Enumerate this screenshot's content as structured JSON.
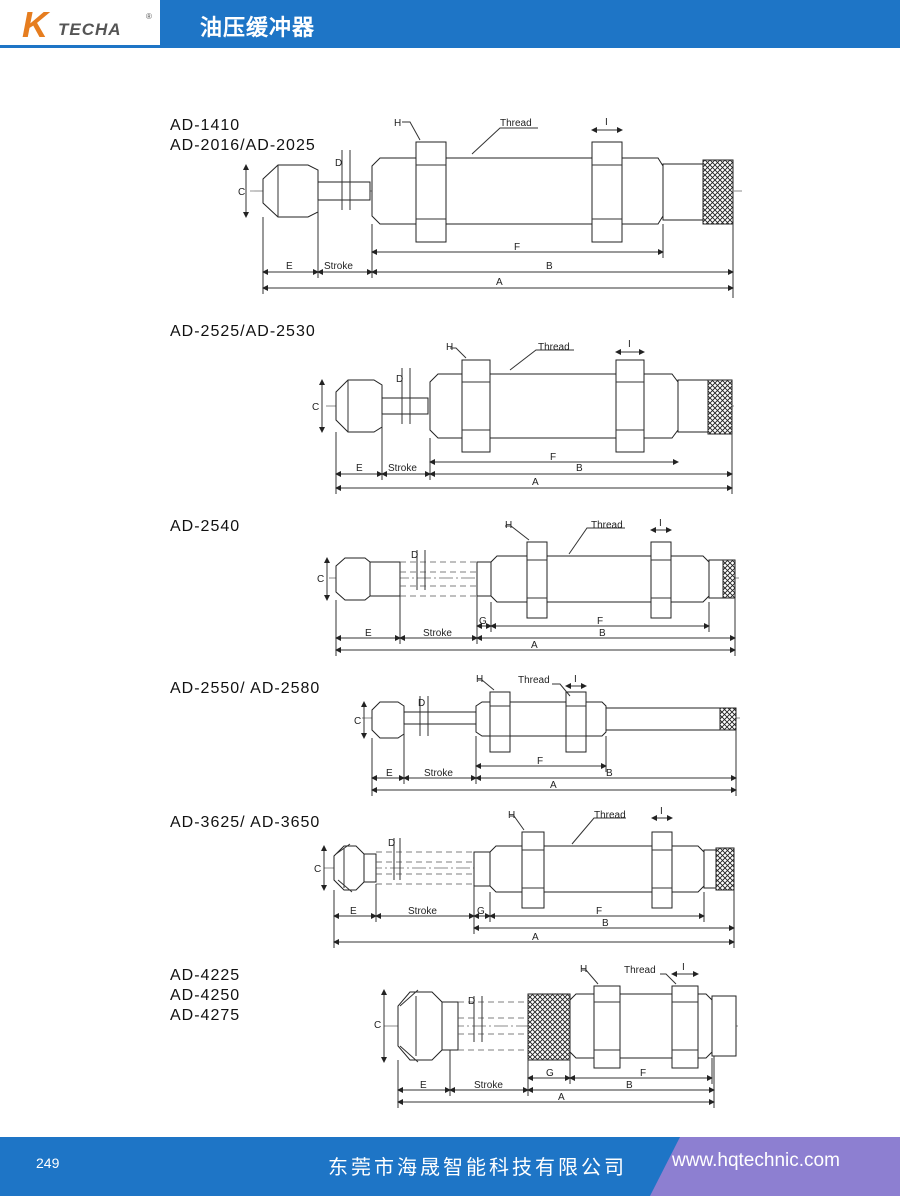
{
  "header": {
    "logo_k": "K",
    "logo_text": "TECHA",
    "logo_reg": "®",
    "title": "油压缓冲器"
  },
  "footer": {
    "page": "249",
    "company": "东莞市海晟智能科技有限公司",
    "website": "www.hqtechnic.com"
  },
  "colors": {
    "header_blue": "#1e75c6",
    "footer_purple": "#8d7fd1",
    "logo_orange": "#e67d1f"
  },
  "labels": {
    "h": "H",
    "thread": "Thread",
    "i": "I",
    "d": "D",
    "c": "C",
    "e": "E",
    "stroke": "Stroke",
    "f": "F",
    "b": "B",
    "a": "A",
    "g": "G"
  },
  "models": [
    {
      "lines": [
        "AD-1410",
        "AD-2016/AD-2025"
      ]
    },
    {
      "lines": [
        "AD-2525/AD-2530"
      ]
    },
    {
      "lines": [
        "AD-2540"
      ]
    },
    {
      "lines": [
        "AD-2550/ AD-2580"
      ]
    },
    {
      "lines": [
        "AD-3625/ AD-3650"
      ]
    },
    {
      "lines": [
        "AD-4225",
        "AD-4250",
        "AD-4275"
      ]
    }
  ]
}
